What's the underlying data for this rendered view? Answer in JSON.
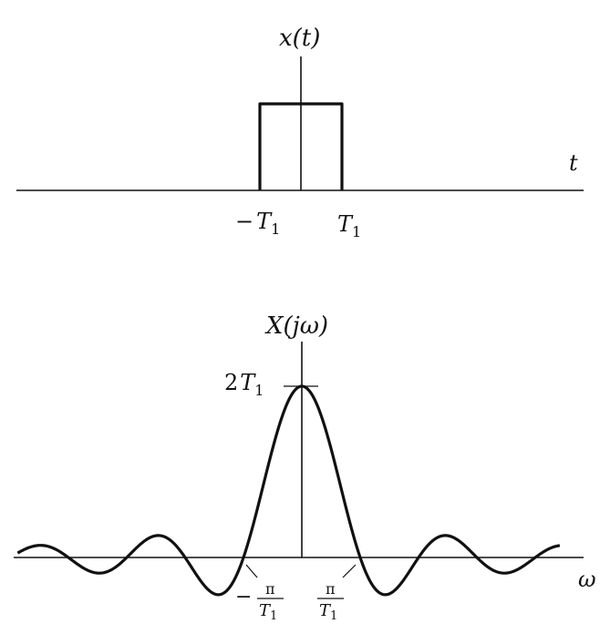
{
  "top_plot": {
    "y_label": "x(t)",
    "x_label": "t",
    "tick_neg": {
      "sign": "−",
      "sym": "T",
      "sub": "1"
    },
    "tick_pos": {
      "sym": "T",
      "sub": "1"
    },
    "pulse": {
      "t_start": -1,
      "t_end": 1,
      "amplitude": 1
    }
  },
  "bottom_plot": {
    "y_label": "X(jω)",
    "x_label": "ω",
    "peak": {
      "coef": "2",
      "sym": "T",
      "sub": "1"
    },
    "tick_neg": {
      "sign": "−",
      "num": "π",
      "den_sym": "T",
      "den_sub": "1"
    },
    "tick_pos": {
      "num": "π",
      "den_sym": "T",
      "den_sub": "1"
    },
    "curve": {
      "function": "sinc",
      "peak_value": 2,
      "first_zero": 1,
      "x_range": [
        -4.87,
        4.42
      ]
    }
  }
}
